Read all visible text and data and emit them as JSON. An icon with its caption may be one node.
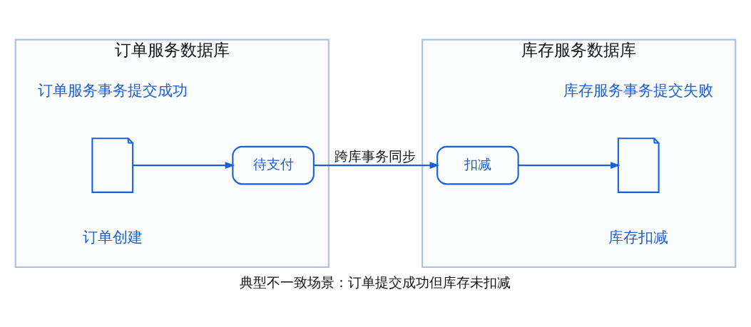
{
  "diagram": {
    "caption": "典型不一致场景：订单提交成功但库存未扣减",
    "nodes": [
      {
        "text": [
          "订单服务数据库"
        ]
      },
      {
        "text": [],
        "shape": "document",
        "in": 0,
        "beside": [
          "订单创建",
          "订单服务事务提交成功"
        ]
      },
      {
        "text": [
          "待支付"
        ],
        "in": 0
      },
      {
        "text": [
          "库存服务数据库"
        ]
      },
      {
        "text": [
          "扣减"
        ],
        "in": 3
      },
      {
        "text": [],
        "shape": "document",
        "in": 3,
        "beside": [
          "库存扣减",
          "库存服务事务提交失败"
        ]
      }
    ],
    "edges": [
      {
        "from": 1,
        "to": 2,
        "arrow": "to"
      },
      {
        "from": 2,
        "to": 4,
        "arrow": "to",
        "label": "跨库事务同步"
      },
      {
        "from": 4,
        "to": 5,
        "arrow": "to"
      }
    ]
  }
}
